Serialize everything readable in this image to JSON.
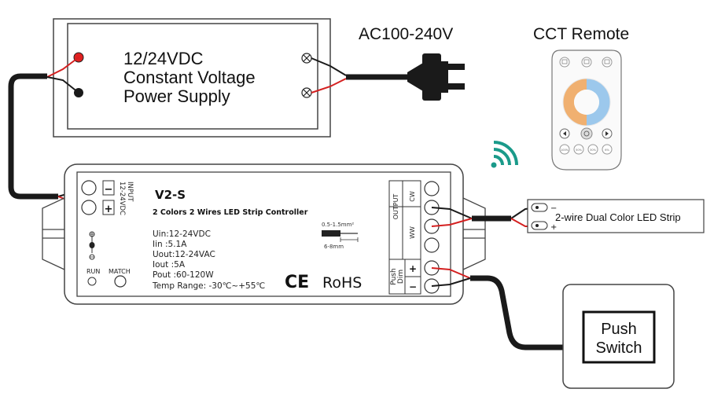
{
  "power_supply": {
    "lines": [
      "12/24VDC",
      "Constant Voltage",
      "Power Supply"
    ]
  },
  "ac_input": {
    "label": "AC100-240V"
  },
  "remote": {
    "label": "CCT Remote",
    "preset_buttons": [
      "100%",
      "50%",
      "30%",
      "6%"
    ]
  },
  "controller": {
    "model": "V2-S",
    "subtitle": "2 Colors 2 Wires LED Strip Controller",
    "input_label_1": "INPUT",
    "input_label_2": "12-24VDC",
    "input_minus": "−",
    "input_plus": "+",
    "specs": [
      "Uin:12-24VDC",
      "Iin  :5.1A",
      "Uout:12-24VAC",
      "Iout  :5A",
      "Pout :60-120W",
      "Temp Range: -30℃~+55℃"
    ],
    "wire_gauge": "0.5-1.5mm²",
    "strip_length": "6-8mm",
    "cert_ce": "CE",
    "cert_rohs": "RoHS",
    "output_label": "OUTPUT",
    "output_cw": "CW",
    "output_ww": "WW",
    "push_label_1": "Push",
    "push_label_2": "Dim",
    "push_plus": "+",
    "push_minus": "−",
    "run_label": "RUN",
    "match_label": "MATCH"
  },
  "led_strip": {
    "label": "2-wire Dual Color LED Strip",
    "minus": "−",
    "plus": "+"
  },
  "push_switch": {
    "lines": [
      "Push",
      "Switch"
    ]
  },
  "colors": {
    "red_wire": "#d42020",
    "black_wire": "#1a1a1a",
    "wifi": "#1a9a8a"
  }
}
